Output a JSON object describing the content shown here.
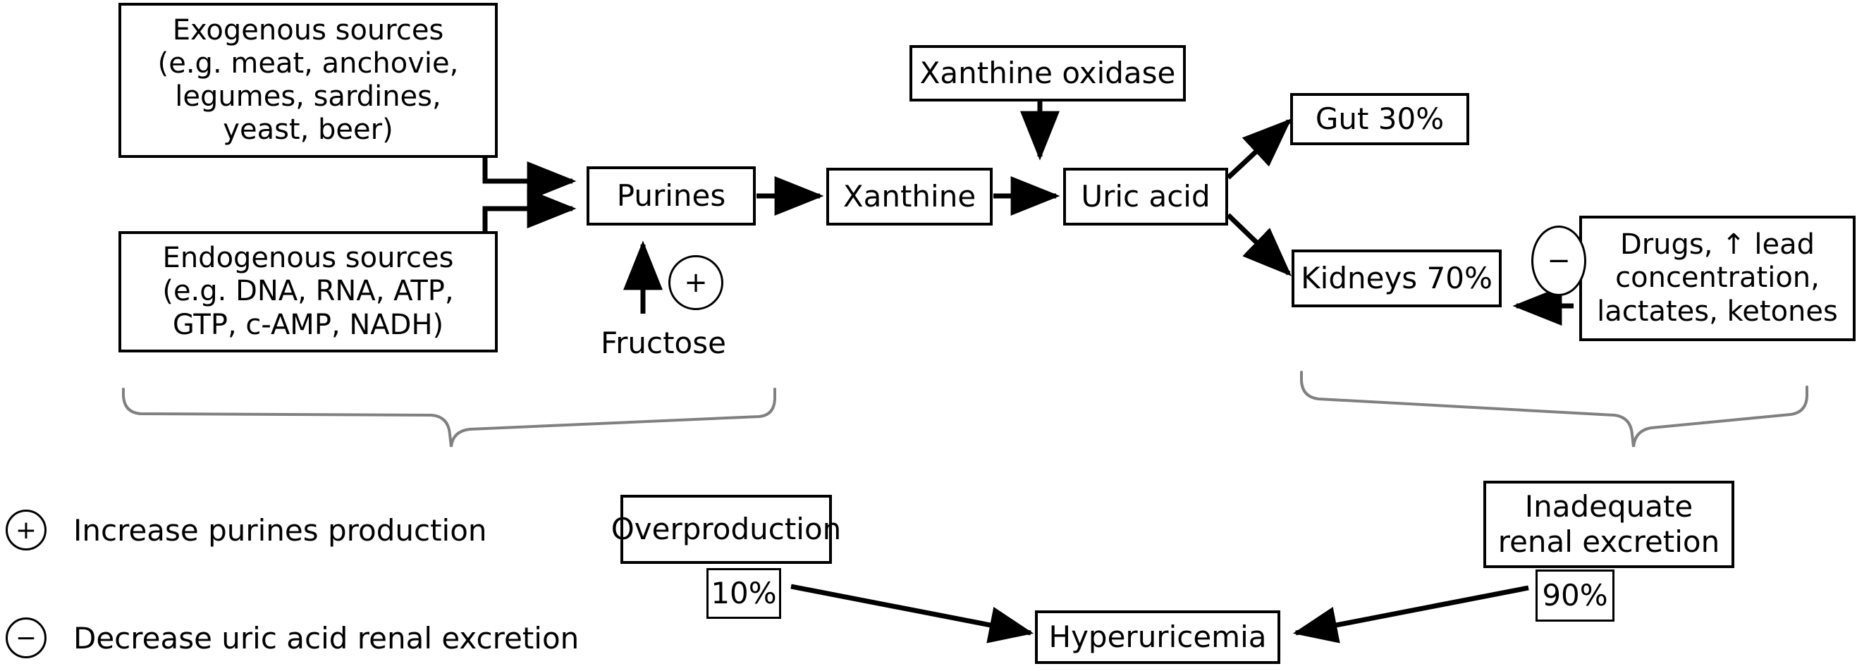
{
  "diagram": {
    "title": "Uric acid metabolism and hyperuricemia pathway",
    "colors": {
      "stroke": "#000000",
      "background": "#ffffff",
      "brace": "#808080"
    },
    "nodes": {
      "exogenous_sources": "Exogenous sources\n(e.g. meat, anchovie,\nlegumes, sardines,\nyeast, beer)",
      "endogenous_sources": "Endogenous sources\n(e.g. DNA, RNA, ATP,\nGTP, c-AMP, NADH)",
      "purines": "Purines",
      "xanthine": "Xanthine",
      "xanthine_oxidase": "Xanthine oxidase",
      "uric_acid": "Uric acid",
      "gut": "Gut 30%",
      "kidneys": "Kidneys 70%",
      "drugs": "Drugs, ↑ lead\nconcentration,\nlactates, ketones",
      "overproduction": "Overproduction",
      "inadequate_renal_excretion": "Inadequate\nrenal excretion",
      "percent_overproduction": "10%",
      "percent_renal": "90%",
      "hyperuricemia": "Hyperuricemia"
    },
    "free_labels": {
      "fructose": "Fructose"
    },
    "signs": {
      "plus_fructose": "+",
      "minus_kidneys": "−"
    },
    "legend": [
      {
        "symbol": "+",
        "label": "Increase purines production"
      },
      {
        "symbol": "−",
        "label": "Decrease uric acid renal excretion"
      }
    ]
  }
}
